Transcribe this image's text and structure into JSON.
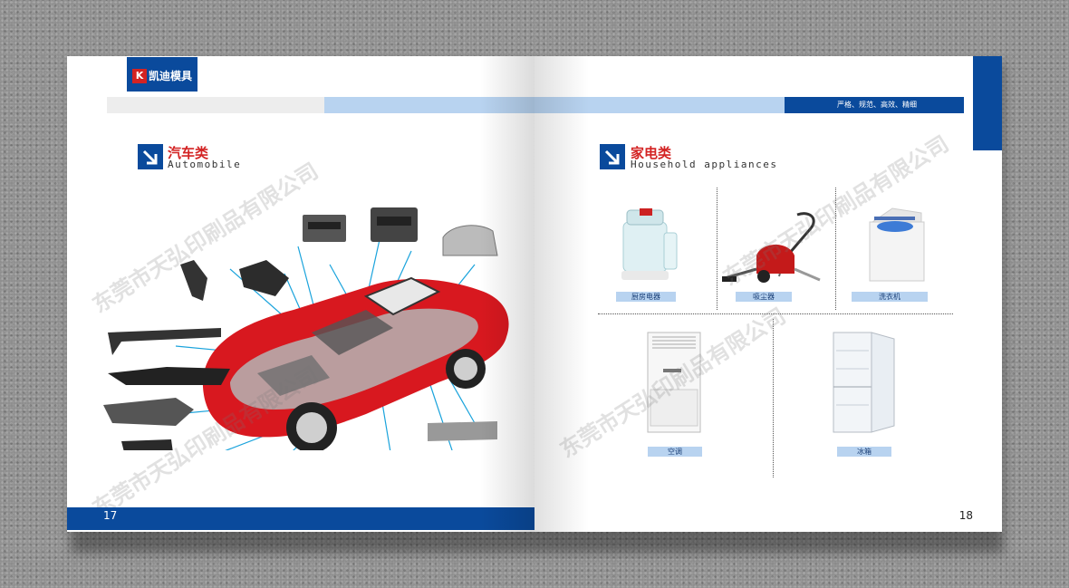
{
  "brand": {
    "name": "凯迪模具",
    "mark": "K"
  },
  "slogan": "严格、规范、高效、精细",
  "left_page": {
    "section_title": "汽车类",
    "section_subtitle": "Automobile",
    "page_number": "17"
  },
  "right_page": {
    "section_title": "家电类",
    "section_subtitle": "Household appliances",
    "page_number": "18",
    "products": [
      {
        "label": "厨房电器"
      },
      {
        "label": "吸尘器"
      },
      {
        "label": "洗衣机"
      },
      {
        "label": "空调"
      },
      {
        "label": "冰箱"
      }
    ]
  },
  "watermark": "东莞市天弘印刷品有限公司",
  "colors": {
    "brand_blue": "#0a4a9c",
    "light_blue": "#b8d3f0",
    "title_red": "#d32323",
    "car_red": "#d8181f"
  },
  "icons": [
    "arrow-down-right-icon",
    "car-cutaway-illustration",
    "juicer-image",
    "vacuum-image",
    "washing-machine-image",
    "air-conditioner-image",
    "refrigerator-image"
  ]
}
